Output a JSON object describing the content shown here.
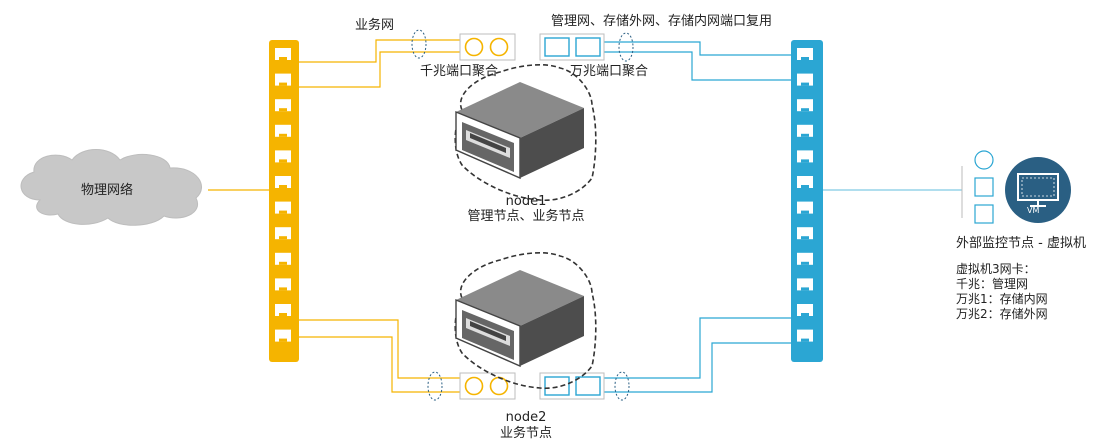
{
  "colors": {
    "gigabit": "#f5b400",
    "tengigabit": "#2ba6d3",
    "cloud": "#c8c8c8",
    "server": "#8a8a8a",
    "vm_icon": "#2a5f83"
  },
  "labels": {
    "physical_network": "物理网络",
    "business_network": "业务网",
    "mgmt_storage_multiplex": "管理网、存储外网、存储内网端口复用",
    "gigabit_aggregation": "千兆端口聚合",
    "tengigabit_aggregation": "万兆端口聚合",
    "node1_name": "node1",
    "node1_role": "管理节点、业务节点",
    "node2_name": "node2",
    "node2_role": "业务节点",
    "external_monitor": "外部监控节点 - 虚拟机",
    "vm_badge": "VM",
    "vm_nic_title": "虚拟机3网卡：",
    "vm_nic_1": "千兆：管理网",
    "vm_nic_2": "万兆1：存储内网",
    "vm_nic_3": "万兆2：存储外网"
  }
}
